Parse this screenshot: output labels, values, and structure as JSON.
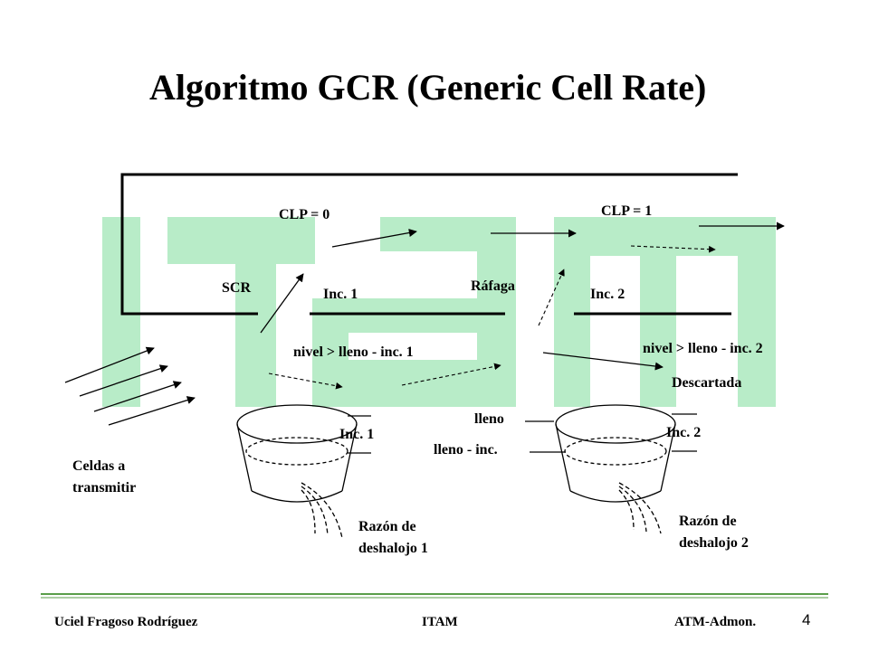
{
  "title": "Algoritmo GCR (Generic Cell Rate)",
  "colors": {
    "logo": "#b8ecc8",
    "line": "#000000",
    "footer_rule": "#5a9e4a",
    "background": "#ffffff"
  },
  "labels": {
    "clp0": "CLP = 0",
    "clp1": "CLP = 1",
    "scr": "SCR",
    "rafaga": "Ráfaga",
    "inc1_top": "Inc. 1",
    "inc2_top": "Inc. 2",
    "nivel1": "nivel > lleno - inc. 1",
    "nivel2": "nivel > lleno - inc. 2",
    "descartada": "Descartada",
    "lleno": "lleno",
    "lleno_inc": "lleno - inc.",
    "inc1_bucket": "Inc. 1",
    "inc2_bucket": "Inc. 2",
    "celdas_l1": "Celdas a",
    "celdas_l2": "transmitir",
    "razon1_l1": "Razón de",
    "razon1_l2": "deshalojo 1",
    "razon2_l1": "Razón de",
    "razon2_l2": "deshalojo 2"
  },
  "footer": {
    "author": "Uciel Fragoso Rodríguez",
    "institution": "ITAM",
    "course": "ATM-Admon.",
    "page": "4"
  }
}
